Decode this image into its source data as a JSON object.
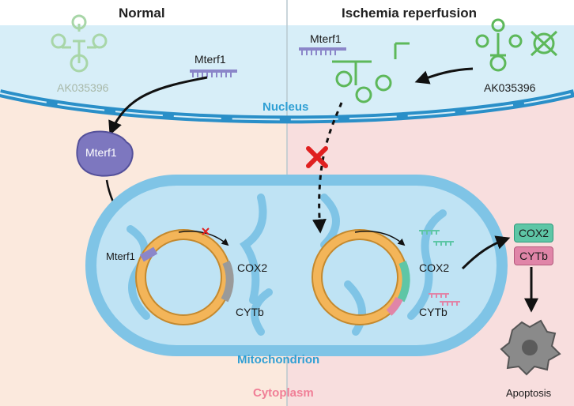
{
  "titles": {
    "left": "Normal",
    "right": "Ischemia reperfusion"
  },
  "labels": {
    "nucleus": "Nucleus",
    "cytoplasm": "Cytoplasm",
    "mitochondrion": "Mitochondrion",
    "apoptosis": "Apoptosis",
    "lnc_left": "AK035396",
    "lnc_right": "AK035396",
    "mterf1_left_nucleus": "Mterf1",
    "mterf1_right_nucleus": "Mterf1",
    "mterf1_blob": "Mterf1",
    "mterf1_plasmid": "Mterf1",
    "cox2_left": "COX2",
    "cytb_left": "CYTb",
    "cox2_right": "COX2",
    "cytb_right": "CYTb",
    "cox2_box": "COX2",
    "cytb_box": "CYTb"
  },
  "colors": {
    "nucleus_bg": "#d7eef8",
    "left_cytoplasm": "#fbe9dd",
    "right_cytoplasm": "#f8dede",
    "membrane": "#2a8fc8",
    "mito_fill": "#bfe3f4",
    "mito_outline": "#7fc4e6",
    "plasmid_ring": "#f3b559",
    "mterf1": "#8b86c9",
    "lnc_green": "#5db85a",
    "cox2_teal": "#5ec6a6",
    "cytb_pink": "#e085a8",
    "gray_segment": "#9a9a9a",
    "inhibit_red": "#e02020"
  }
}
